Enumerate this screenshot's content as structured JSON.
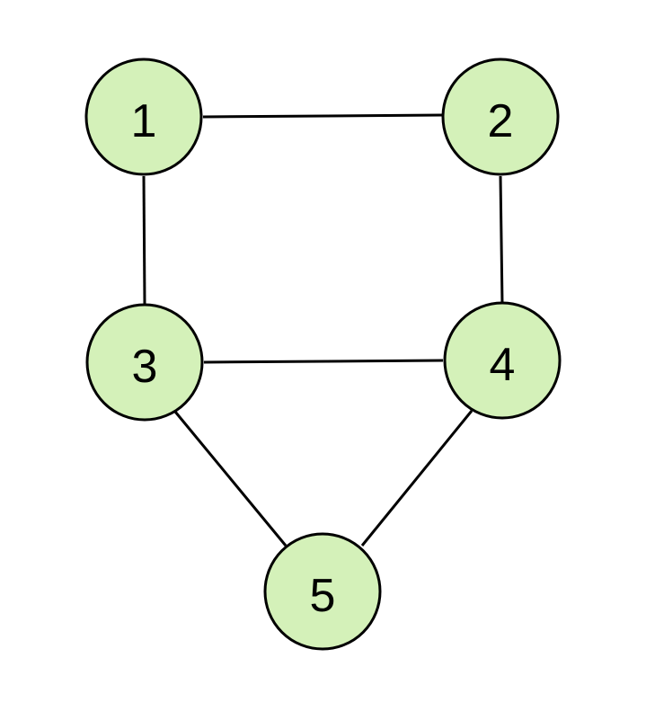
{
  "graph": {
    "node_fill": "#d4f1b9",
    "stroke_color": "#000000",
    "nodes": [
      {
        "id": "1",
        "label": "1"
      },
      {
        "id": "2",
        "label": "2"
      },
      {
        "id": "3",
        "label": "3"
      },
      {
        "id": "4",
        "label": "4"
      },
      {
        "id": "5",
        "label": "5"
      }
    ],
    "edges": [
      {
        "from": "1",
        "to": "2"
      },
      {
        "from": "1",
        "to": "3"
      },
      {
        "from": "2",
        "to": "4"
      },
      {
        "from": "3",
        "to": "4"
      },
      {
        "from": "3",
        "to": "5"
      },
      {
        "from": "4",
        "to": "5"
      }
    ]
  }
}
